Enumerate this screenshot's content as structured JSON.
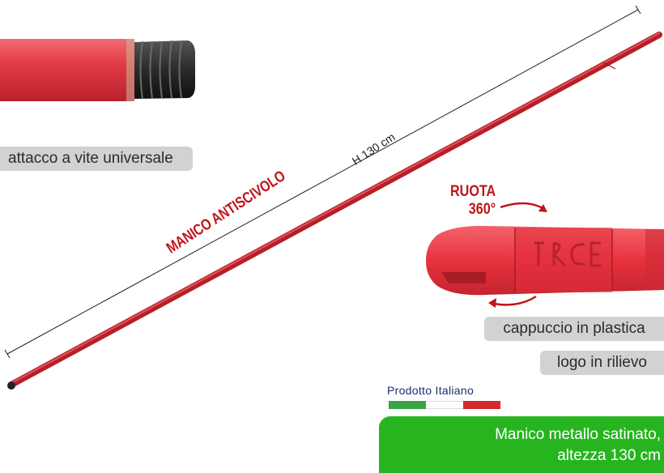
{
  "labels": {
    "attacco": "attacco a vite universale",
    "cappuccio": "cappuccio in plastica",
    "logo": "logo in rilievo"
  },
  "dimension": "H 130 cm",
  "feature": "MANICO ANTISCIVOLO",
  "rotate": {
    "line1": "RUOTA",
    "line2": "360°"
  },
  "origin": {
    "text": "Prodotto Italiano",
    "flag_colors": [
      "#3aa447",
      "#ffffff",
      "#d32b2b"
    ]
  },
  "product": {
    "line1": "Manico metallo satinato,",
    "line2": "altezza 130 cm"
  },
  "colors": {
    "handle": "#d93a44",
    "accent_red": "#c0141c",
    "green_box": "#26b51e",
    "label_bg": "#d2d2d2"
  },
  "icons": [
    "rotation-arrow-icon",
    "rotation-arrow-icon"
  ]
}
